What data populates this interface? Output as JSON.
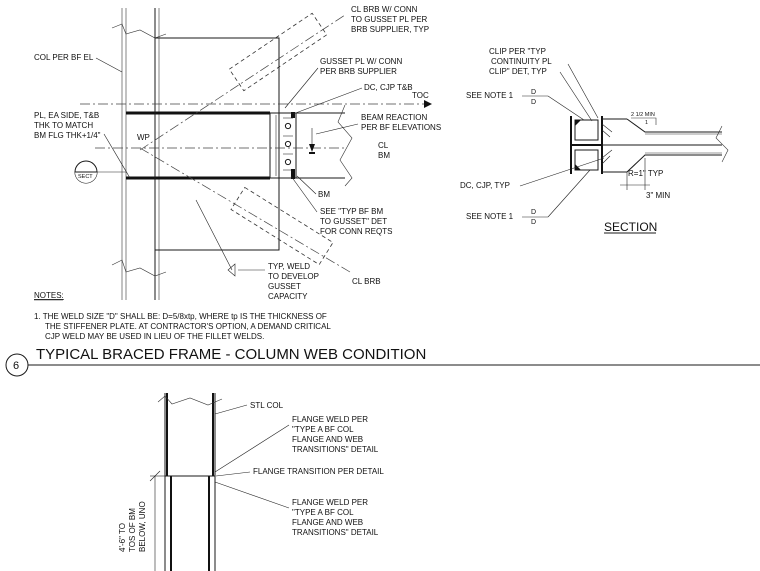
{
  "detail": {
    "number": "6",
    "title": "TYPICAL BRACED FRAME - COLUMN  WEB CONDITION"
  },
  "elevation": {
    "col_per_bf_el": "COL PER BF EL",
    "pl_note": [
      "PL, EA SIDE, T&B",
      "THK TO MATCH",
      "BM FLG THK+1/4\""
    ],
    "wp": "WP",
    "sect_bubble": "SECT",
    "cl_brb_top": [
      "CL BRB W/ CONN",
      "TO GUSSET PL PER",
      "BRB SUPPLIER, TYP"
    ],
    "gusset_pl": [
      "GUSSET PL W/ CONN",
      "PER BRB SUPPLIER"
    ],
    "dc_cjp": "DC, CJP T&B",
    "toc": "TOC",
    "beam_reaction": [
      "BEAM REACTION",
      "PER BF ELEVATIONS"
    ],
    "cl_bm": [
      "CL",
      "BM"
    ],
    "bm": "BM",
    "see_typ": [
      "SEE \"TYP BF BM",
      "TO GUSSET\" DET",
      "FOR CONN REQTS"
    ],
    "typ_weld": [
      "TYP, WELD",
      "TO DEVELOP",
      "GUSSET",
      "CAPACITY"
    ],
    "cl_brb_bottom": "CL BRB"
  },
  "notes": {
    "heading": "NOTES:",
    "note1": [
      "1.  THE WELD SIZE \"D\" SHALL BE: D=5/8xtp, WHERE tp IS THE THICKNESS OF",
      "THE STIFFENER PLATE. AT CONTRACTOR'S OPTION, A DEMAND CRITICAL",
      "CJP WELD MAY BE USED IN LIEU OF THE FILLET WELDS."
    ]
  },
  "section": {
    "clip": [
      "CLIP PER \"TYP",
      "CONTINUITY PL",
      "CLIP\" DET, TYP"
    ],
    "see_note_1_top": "SEE NOTE 1",
    "see_note_1_bottom": "SEE NOTE 1",
    "weld_d": "D",
    "min_dim": "2 1/2 MIN",
    "slope_one": "1",
    "radius": "R=1\" TYP",
    "dc_cjp_typ": "DC, CJP, TYP",
    "three_min": "3\" MIN",
    "label": "SECTION"
  },
  "lower": {
    "stl_col": "STL COL",
    "flange_weld_top": [
      "FLANGE WELD PER",
      "\"TYPE A BF COL",
      "FLANGE AND WEB",
      "TRANSITIONS\" DETAIL"
    ],
    "flange_transition": "FLANGE TRANSITION PER DETAIL",
    "flange_weld_bottom": [
      "FLANGE WELD PER",
      "\"TYPE A BF COL",
      "FLANGE AND WEB",
      "TRANSITIONS\" DETAIL"
    ],
    "dim": [
      "4'-6\" TO",
      "TOS OF BM",
      "BELOW, UNO"
    ]
  }
}
